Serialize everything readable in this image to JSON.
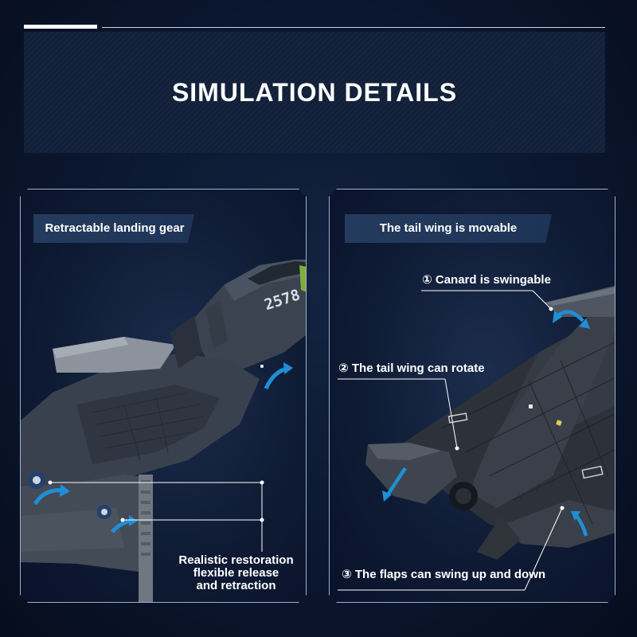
{
  "header": {
    "title": "SIMULATION DETAILS"
  },
  "left_panel": {
    "tag_label": "Retractable landing gear",
    "aircraft_number": "2578",
    "release_lines": [
      "Realistic restoration",
      "flexible release",
      "and retraction"
    ]
  },
  "right_panel": {
    "tag_label": "The tail wing is movable",
    "callouts": [
      {
        "number": "①",
        "label": "Canard is swingable"
      },
      {
        "number": "②",
        "label": "The tail wing can rotate"
      },
      {
        "number": "③",
        "label": "The flaps can swing up and down"
      }
    ]
  },
  "colors": {
    "background": "#0b1730",
    "banner": "#122039",
    "panel_border": "#9fb0cc",
    "tag_fill": "#243b5e",
    "arrow_blue": "#1e8fd6",
    "accent_green": "#8bc34a"
  }
}
